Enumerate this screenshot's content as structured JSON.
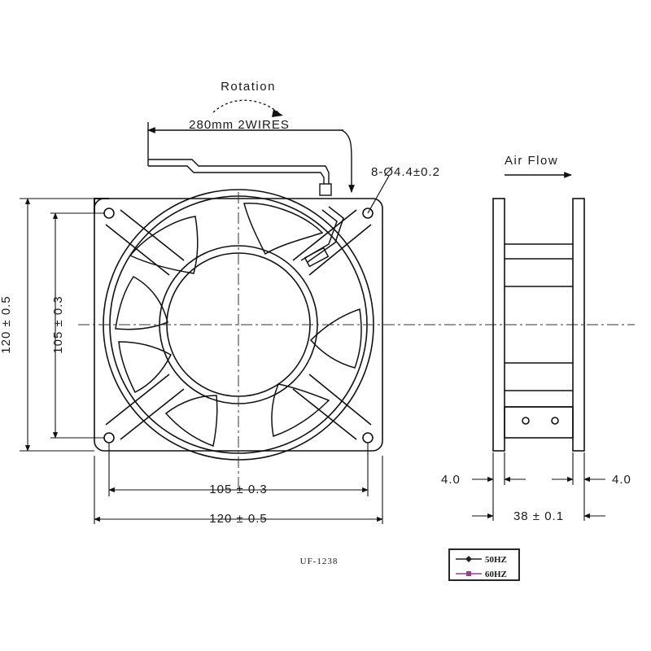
{
  "labels": {
    "rotation": "Rotation",
    "wires": "280mm 2WIRES",
    "holes": "8-Ø4.4±0.2",
    "airflow": "Air Flow",
    "dim_height_outer": "120 ± 0.5",
    "dim_height_inner": "105 ± 0.3",
    "dim_width_inner": "105 ± 0.3",
    "dim_width_outer": "120 ± 0.5",
    "dim_rim_left": "4.0",
    "dim_rim_right": "4.0",
    "dim_depth": "38 ± 0.1",
    "model": "UF-1238"
  },
  "legend": {
    "items": [
      {
        "label": "50HZ",
        "color": "#222222"
      },
      {
        "label": "60HZ",
        "color": "#9b3f8f"
      }
    ]
  }
}
